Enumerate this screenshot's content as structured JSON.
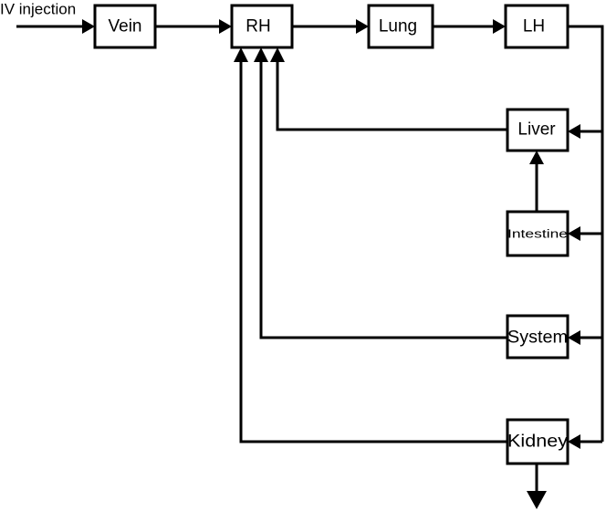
{
  "diagram": {
    "input_label": "IV injection",
    "nodes": {
      "vein": "Vein",
      "rh": "RH",
      "lung": "Lung",
      "lh": "LH",
      "liver": "Liver",
      "intestine": "Intestine",
      "system": "System",
      "kidney": "Kidney"
    }
  },
  "colors": {
    "stroke": "#000000",
    "background": "#ffffff"
  }
}
